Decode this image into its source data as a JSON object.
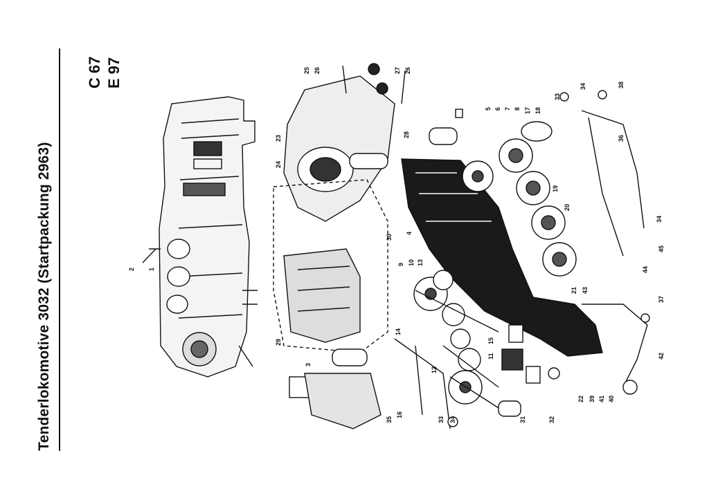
{
  "header": {
    "title": "Tenderlokomotive 3032 (Startpackung 2963)",
    "codes": [
      "C 67",
      "E 97"
    ]
  },
  "callouts": [
    "1",
    "2",
    "3",
    "4",
    "5",
    "6",
    "7",
    "8",
    "9",
    "10",
    "11",
    "11",
    "12",
    "13",
    "14",
    "15",
    "16",
    "17",
    "18",
    "19",
    "20",
    "21",
    "22",
    "23",
    "24",
    "25",
    "26",
    "26",
    "27",
    "28",
    "29",
    "30",
    "31",
    "32",
    "33",
    "33",
    "34",
    "34",
    "34",
    "35",
    "36",
    "37",
    "38",
    "39",
    "40",
    "41",
    "42",
    "43",
    "44",
    "45"
  ]
}
